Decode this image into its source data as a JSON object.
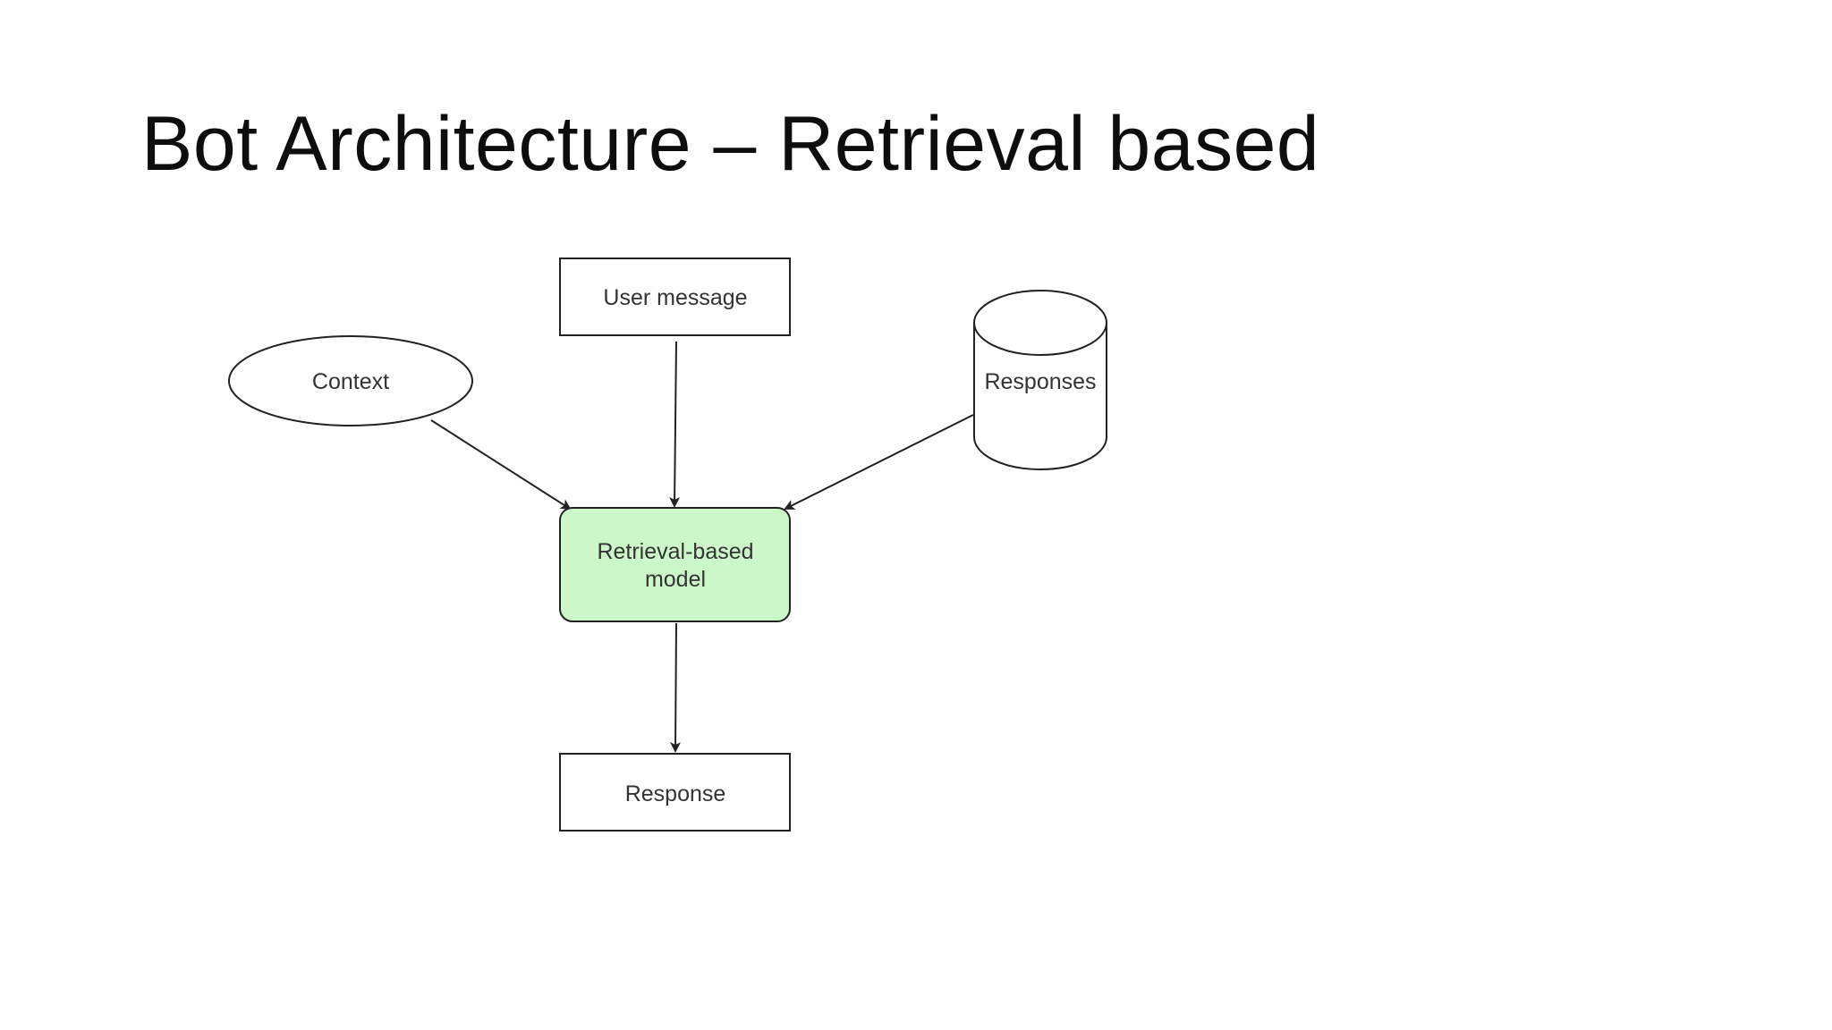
{
  "slide": {
    "title": "Bot Architecture – Retrieval based"
  },
  "diagram": {
    "nodes": {
      "user_message": "User message",
      "context": "Context",
      "responses": "Responses",
      "model_line1": "Retrieval-based",
      "model_line2": "model",
      "response": "Response"
    },
    "colors": {
      "model_fill": "#ccf8c9",
      "stroke": "#222222",
      "label": "#333333"
    }
  }
}
